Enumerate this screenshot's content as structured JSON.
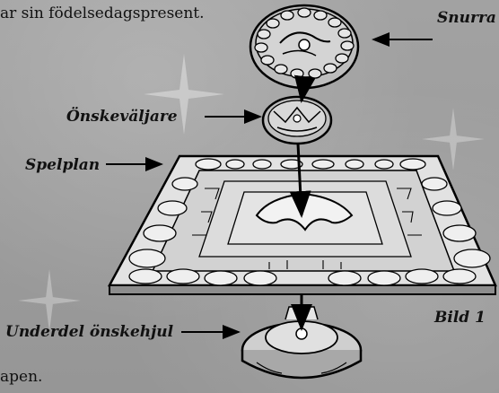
{
  "text": {
    "top_line": "ar sin födelsedagspresent.",
    "bottom_line": "apen."
  },
  "labels": {
    "snurra": "Snurra",
    "onskevaljare": "Önskeväljare",
    "spelplan": "Spelplan",
    "underdel": "Underdel önskehjul",
    "bild": "Bild 1"
  }
}
